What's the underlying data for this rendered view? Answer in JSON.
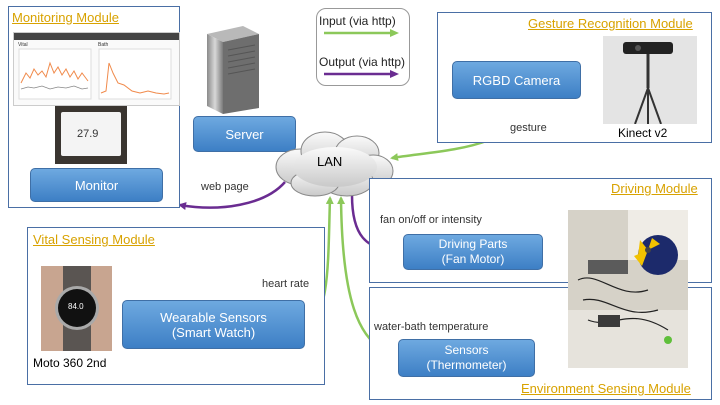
{
  "legend": {
    "input_label": "Input (via http)",
    "output_label": "Output (via http)",
    "input_color": "#8cc85a",
    "output_color": "#6a2c91"
  },
  "monitoring": {
    "title": "Monitoring Module",
    "button": "Monitor",
    "chart_label_left": "Vital",
    "chart_label_right": "Bath",
    "laptop_value": "27.9"
  },
  "server": {
    "button": "Server"
  },
  "lan": {
    "label": "LAN"
  },
  "gesture": {
    "title": "Gesture Recognition Module",
    "button": "RGBD Camera",
    "caption": "Kinect v2"
  },
  "driving": {
    "title": "Driving Module",
    "button_line1": "Driving Parts",
    "button_line2": "(Fan Motor)"
  },
  "vital": {
    "title": "Vital Sensing Module",
    "button_line1": "Wearable Sensors",
    "button_line2": "(Smart Watch)",
    "caption": "Moto 360 2nd",
    "watch_value": "84.0"
  },
  "environment": {
    "title": "Environment Sensing Module",
    "button_line1": "Sensors",
    "button_line2": "(Thermometer)"
  },
  "arrows": {
    "web_page": "web page",
    "gesture": "gesture",
    "fan": "fan on/off  or intensity",
    "heart_rate": "heart rate",
    "water_temp": "water-bath temperature"
  }
}
